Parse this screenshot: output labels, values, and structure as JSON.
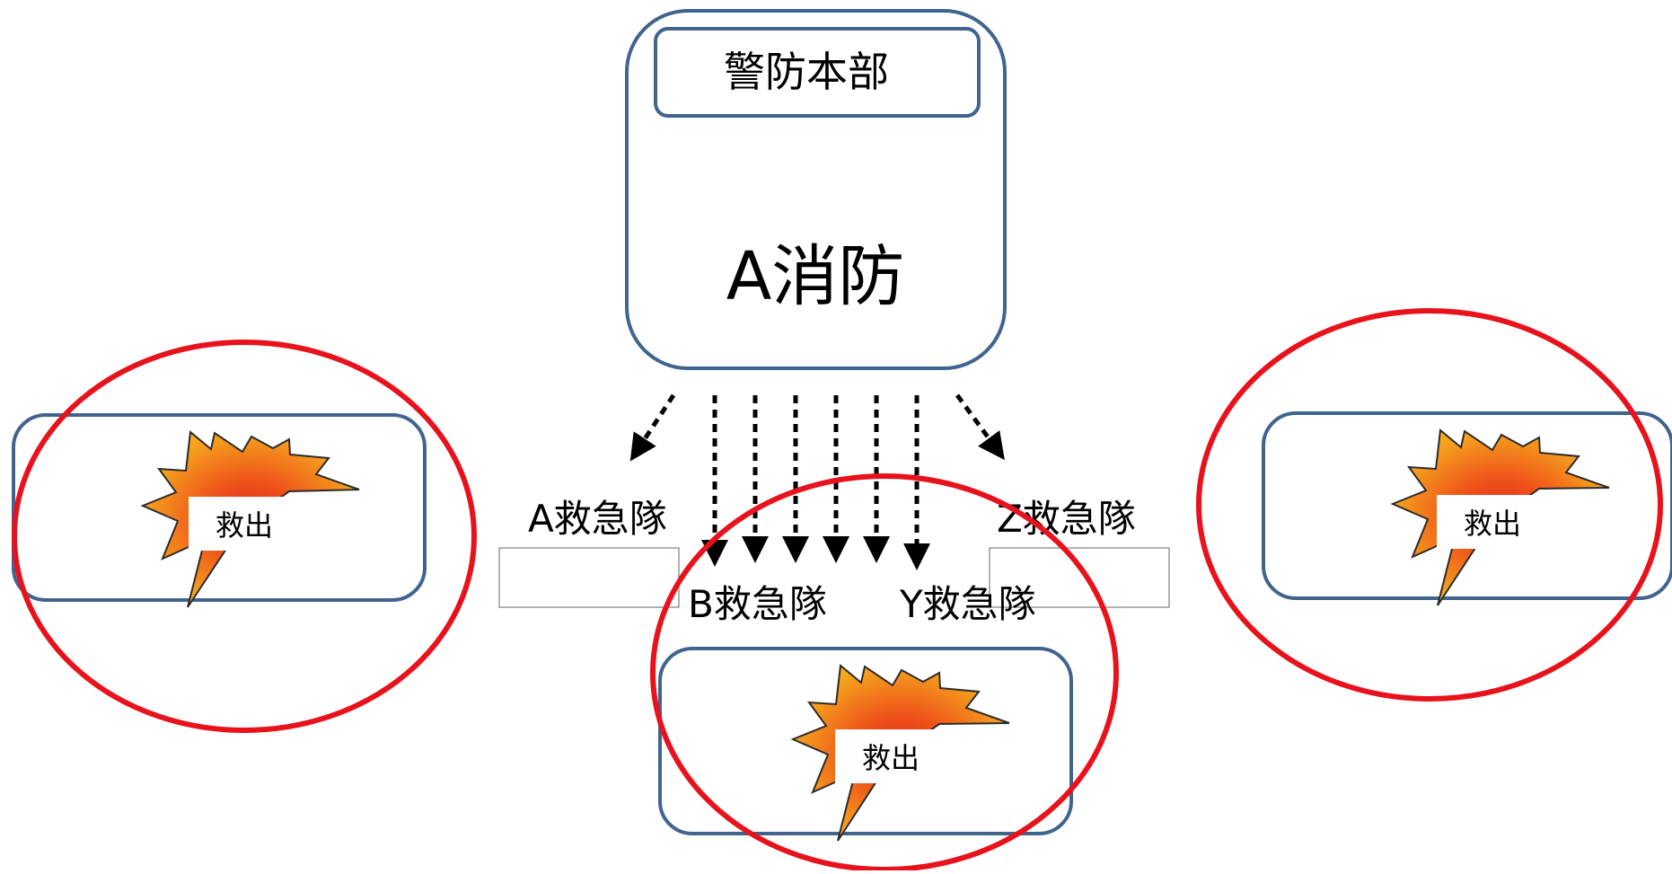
{
  "headquarters": {
    "sub_label": "警防本部",
    "main_label": "A消防"
  },
  "teams": [
    {
      "id": "a",
      "label": "A救急隊"
    },
    {
      "id": "b",
      "label": "B救急隊"
    },
    {
      "id": "y",
      "label": "Y救急隊"
    },
    {
      "id": "z",
      "label": "Z救急隊"
    }
  ],
  "sites": [
    {
      "id": "left",
      "label": "救出"
    },
    {
      "id": "center",
      "label": "救出"
    },
    {
      "id": "right",
      "label": "救出"
    }
  ],
  "colors": {
    "box_stroke": "#41648f",
    "circle_stroke": "#e8121c",
    "arrow": "#000000",
    "burst_outer": "#f39a1c",
    "burst_inner": "#e2231c"
  }
}
